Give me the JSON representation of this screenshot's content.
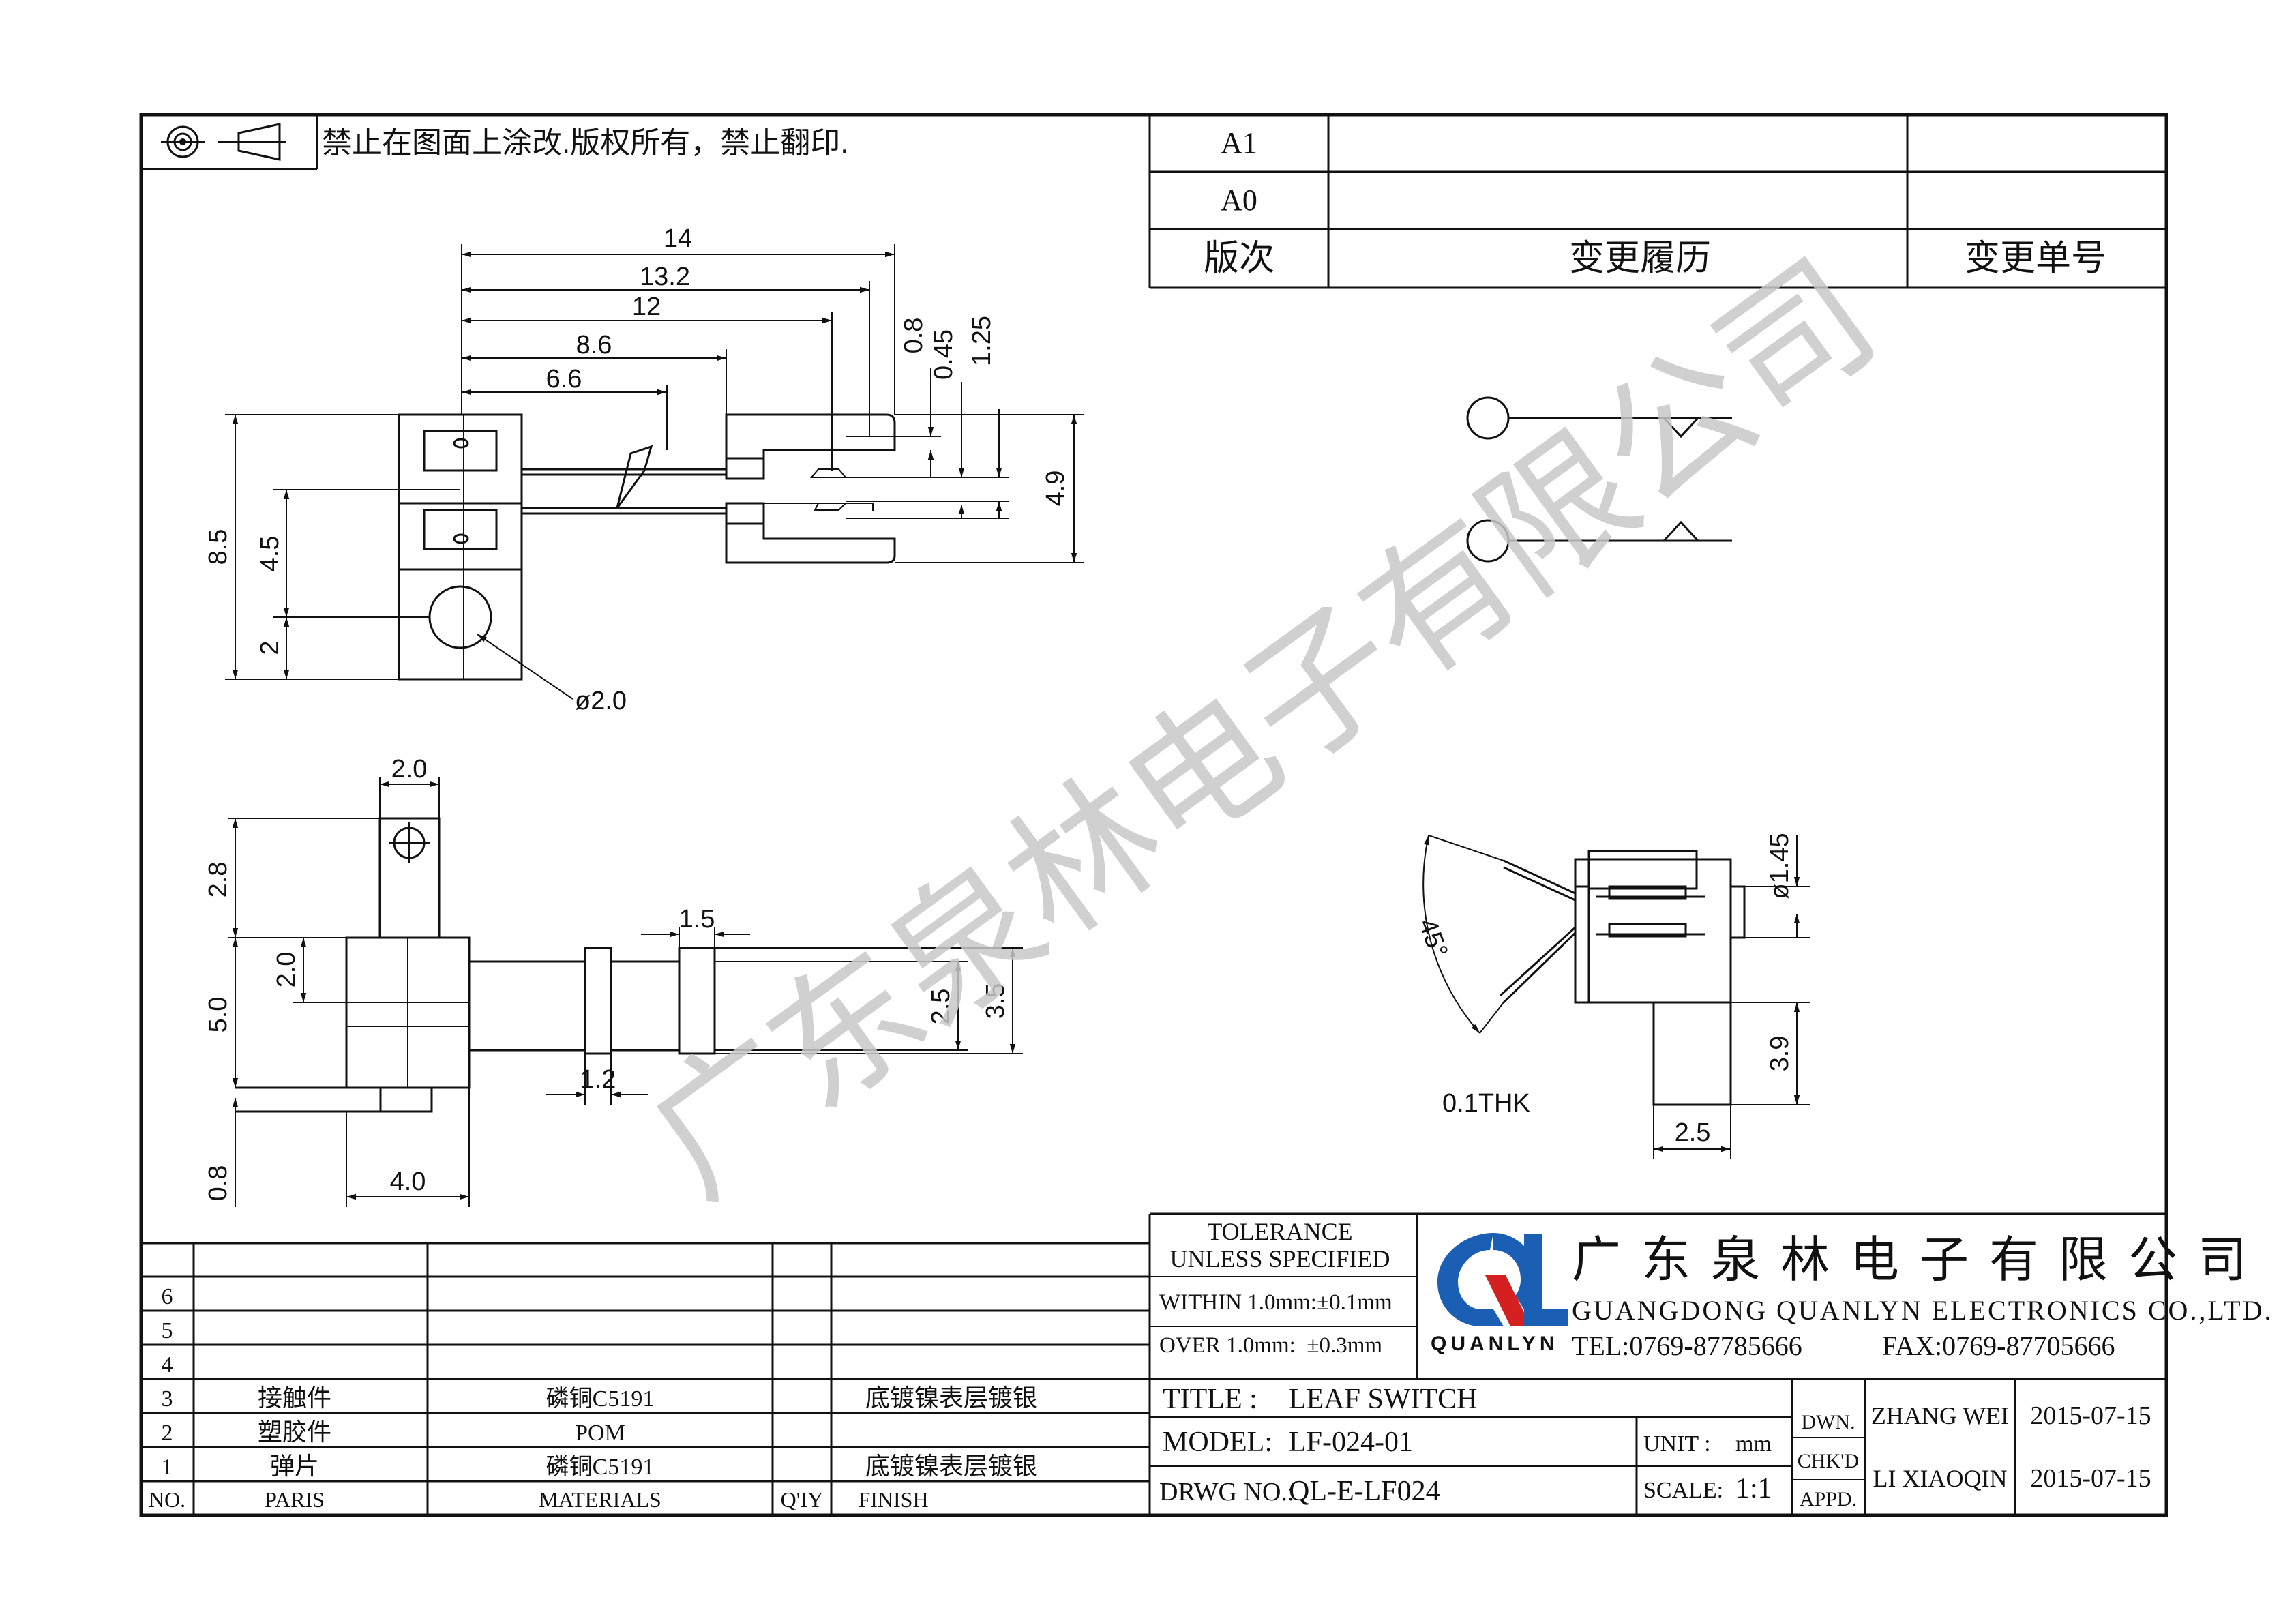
{
  "header": {
    "notice": "禁止在图面上涂改.版权所有，禁止翻印."
  },
  "revision": {
    "rows": [
      "A1",
      "A0"
    ],
    "col_version": "版次",
    "col_history": "变更履历",
    "col_number": "变更单号"
  },
  "dimensions": {
    "top_horizontal": [
      "14",
      "13.2",
      "12",
      "8.6",
      "6.6"
    ],
    "top_vertical_right": [
      "0.8",
      "0.45",
      "1.25",
      "4.9"
    ],
    "top_vertical_left": [
      "8.5",
      "4.5",
      "2"
    ],
    "hole": "ø2.0",
    "bottom_width": "2.0",
    "bottom_vertical_left": [
      "2.8",
      "5.0",
      "0.8"
    ],
    "bottom_inner": "2.0",
    "bottom_width_base": "4.0",
    "bottom_small": [
      "1.5",
      "1.2",
      "2.5",
      "3.5"
    ],
    "right_view": [
      "ø1.45",
      "3.9",
      "2.5"
    ],
    "angle": "45°",
    "thickness": "0.1THK"
  },
  "watermark": "广东泉林电子有限公司",
  "parts_table": {
    "empty_rows": [
      "6",
      "5",
      "4"
    ],
    "rows": [
      {
        "no": "3",
        "part": "接触件",
        "material": "磷铜C5191",
        "qty": "",
        "finish": "底镀镍表层镀银"
      },
      {
        "no": "2",
        "part": "塑胶件",
        "material": "POM",
        "qty": "",
        "finish": ""
      },
      {
        "no": "1",
        "part": "弹片",
        "material": "磷铜C5191",
        "qty": "",
        "finish": "底镀镍表层镀银"
      }
    ],
    "headers": {
      "no": "NO.",
      "part": "PARIS",
      "material": "MATERIALS",
      "qty": "Q'IY",
      "finish": "FINISH"
    }
  },
  "tolerance": {
    "title1": "TOLERANCE",
    "title2": "UNLESS SPECIFIED",
    "within": "WITHIN 1.0mm:±0.1mm",
    "over": "OVER 1.0mm:  ±0.3mm"
  },
  "company": {
    "name_cn": "广东泉林电子有限公司",
    "name_en": "GUANGDONG QUANLYN ELECTRONICS CO.,LTD.",
    "brand": "QUANLYN",
    "tel": "TEL:0769-87785666",
    "fax": "FAX:0769-87705666",
    "logo_colors": {
      "blue": "#1a5fb4",
      "red": "#d42020"
    }
  },
  "title_block": {
    "title_label": "TITLE :",
    "title_value": "LEAF SWITCH",
    "model_label": "MODEL:",
    "model_value": "LF-024-01",
    "drwg_label": "DRWG NO.:",
    "drwg_value": "QL-E-LF024",
    "unit_label": "UNIT :",
    "unit_value": "mm",
    "scale_label": "SCALE:",
    "scale_value": "1:1",
    "dwn": "DWN.",
    "chkd": "CHK'D",
    "appd": "APPD.",
    "drawn_by": "ZHANG WEI",
    "checked_by": "LI XIAOQIN",
    "date1": "2015-07-15",
    "date2": "2015-07-15"
  }
}
